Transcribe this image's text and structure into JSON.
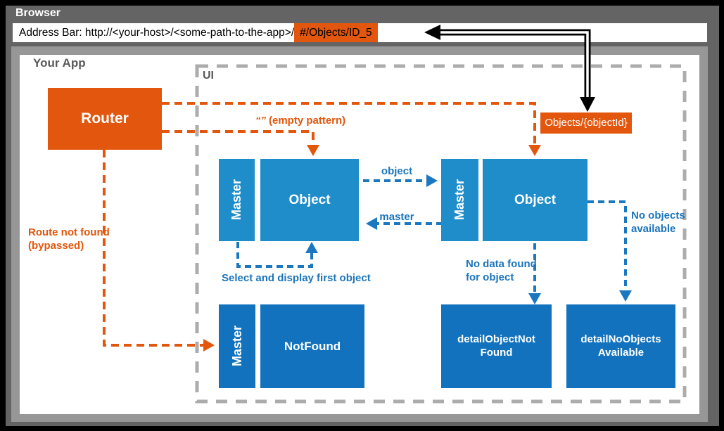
{
  "browser": {
    "title": "Browser",
    "address_prefix": "Address Bar: http://<your-host>/<some-path-to-the-app>/",
    "address_highlight": "#/Objects/ID_5"
  },
  "app": {
    "title": "Your App",
    "ui_label": "UI"
  },
  "nodes": {
    "router": "Router",
    "route_pattern": "Objects/{objectId}",
    "master_left": "Master",
    "object_left": "Object",
    "master_right": "Master",
    "object_right": "Object",
    "master_bottom": "Master",
    "not_found": "NotFound",
    "detail_object_not_found_line1": "detailObjectNot",
    "detail_object_not_found_line2": "Found",
    "detail_no_objects_line1": "detailNoObjects",
    "detail_no_objects_line2": "Available"
  },
  "annotations": {
    "empty_pattern_quotes": "“”",
    "empty_pattern_text": "(empty pattern)",
    "route_not_found_line1": "Route not found",
    "route_not_found_line2": "(bypassed)",
    "object_nav": "object",
    "master_nav": "master",
    "select_first": "Select and display first object",
    "no_data_line1": "No data found",
    "no_data_line2": "for object",
    "no_objects_line1": "No objects",
    "no_objects_line2": "available"
  },
  "colors": {
    "orange": "#E2570D",
    "blue_light": "#1E8DC9",
    "blue_dark": "#1272BD",
    "blue_label": "#1B75BC",
    "gray_background": "#646464",
    "gray_frame": "#979797",
    "gray_dashed_border": "#ACACAC"
  }
}
